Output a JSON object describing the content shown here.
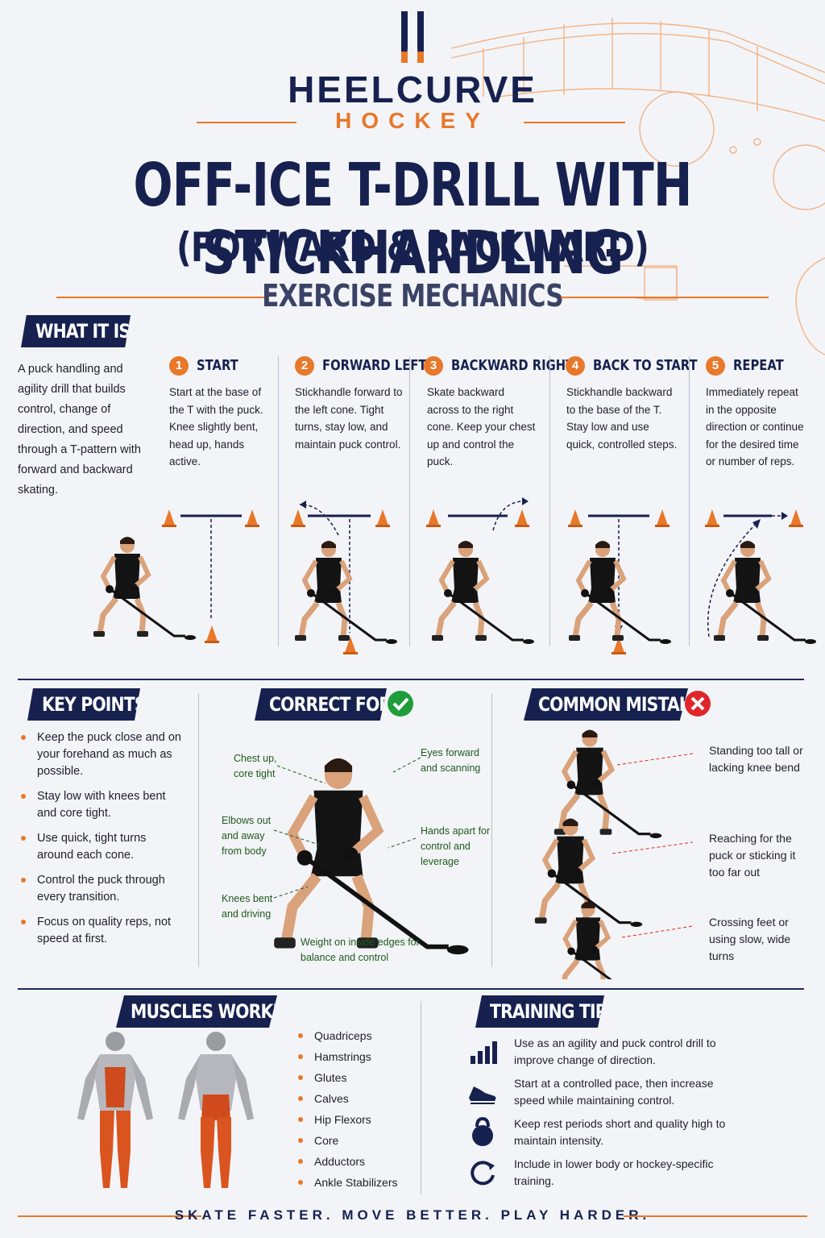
{
  "brand": {
    "name": "HEELCURVE",
    "sub": "HOCKEY"
  },
  "title": {
    "line1": "OFF-ICE T-DRILL WITH STICKHANDLING",
    "line2": "(FORWARD & BACKWARD)",
    "line3": "EXERCISE MECHANICS"
  },
  "what_it_is": {
    "heading": "WHAT IT IS",
    "text": "A puck handling and agility drill that builds control, change of direction, and speed through a T-pattern with forward and backward skating."
  },
  "steps": [
    {
      "num": "1",
      "title": "START",
      "text": "Start at the base of the T with the puck. Knee slightly bent, head up, hands active."
    },
    {
      "num": "2",
      "title": "FORWARD LEFT",
      "text": "Stickhandle forward to the left cone. Tight turns, stay low, and maintain puck control."
    },
    {
      "num": "3",
      "title": "BACKWARD RIGHT",
      "text": "Skate backward across to the right cone. Keep your chest up and control the puck."
    },
    {
      "num": "4",
      "title": "BACK TO START",
      "text": "Stickhandle backward to the base of the T. Stay low and use quick, controlled steps."
    },
    {
      "num": "5",
      "title": "REPEAT",
      "text": "Immediately repeat in the opposite direction or continue for the desired time or number of reps."
    }
  ],
  "key_points": {
    "heading": "KEY POINTS",
    "items": [
      "Keep the puck close and on your forehand as much as possible.",
      "Stay low with knees bent and core tight.",
      "Use quick, tight turns around each cone.",
      "Control the puck through every transition.",
      "Focus on quality reps, not speed at first."
    ]
  },
  "correct_form": {
    "heading": "CORRECT FORM",
    "labels": {
      "chest": "Chest up, core tight",
      "eyes": "Eyes forward and scanning",
      "elbows": "Elbows out and away from body",
      "hands": "Hands apart for control and leverage",
      "knees": "Knees bent and driving",
      "weight": "Weight on inside edges for balance and control"
    }
  },
  "common_mistakes": {
    "heading": "COMMON MISTAKES",
    "items": [
      "Standing too tall or lacking knee bend",
      "Reaching for the puck or sticking it too far out",
      "Crossing feet or using slow, wide turns"
    ]
  },
  "muscles": {
    "heading": "MUSCLES WORKED",
    "items": [
      "Quadriceps",
      "Hamstrings",
      "Glutes",
      "Calves",
      "Hip Flexors",
      "Core",
      "Adductors",
      "Ankle Stabilizers"
    ]
  },
  "training_tips": {
    "heading": "TRAINING TIPS",
    "items": [
      {
        "icon": "bar-chart-icon",
        "text": "Use as an agility and puck control drill to improve change of direction."
      },
      {
        "icon": "shoe-icon",
        "text": "Start at a controlled pace, then increase speed while maintaining control."
      },
      {
        "icon": "kettlebell-icon",
        "text": "Keep rest periods short and quality high to maintain intensity."
      },
      {
        "icon": "cycle-icon",
        "text": "Include in lower body or hockey-specific training."
      }
    ]
  },
  "footer": "SKATE FASTER.  MOVE BETTER.  PLAY HARDER.",
  "colors": {
    "navy": "#16214f",
    "orange": "#e8782a",
    "correct": "#1f9d3a",
    "mistake": "#e0262b"
  }
}
